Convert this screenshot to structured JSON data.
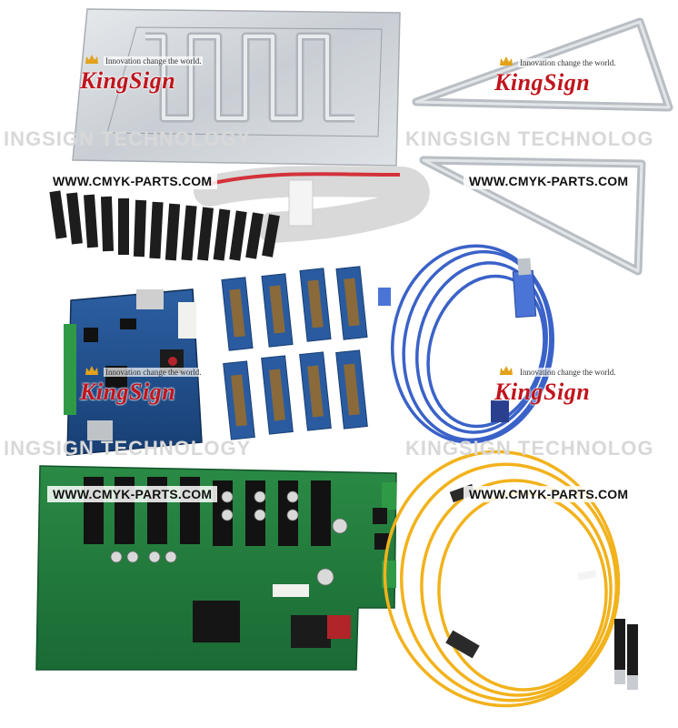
{
  "watermarks": {
    "url": "WWW.CMYK-PARTS.COM",
    "brand": "KingSign",
    "slogan": "Innovation change the world.",
    "tech_left": "INGSIGN TECHNOLOGY",
    "tech_right": "KINGSIGN TECHNOLOG"
  },
  "colors": {
    "brand_red": "#c0141c",
    "pcb_green": "#1f7a3a",
    "pcb_blue": "#1f4f8a",
    "cable_blue": "#3a62c8",
    "fiber_yellow": "#f2b21c",
    "ribbon_red": "#d3323a",
    "metal": "#cfd3d8"
  }
}
